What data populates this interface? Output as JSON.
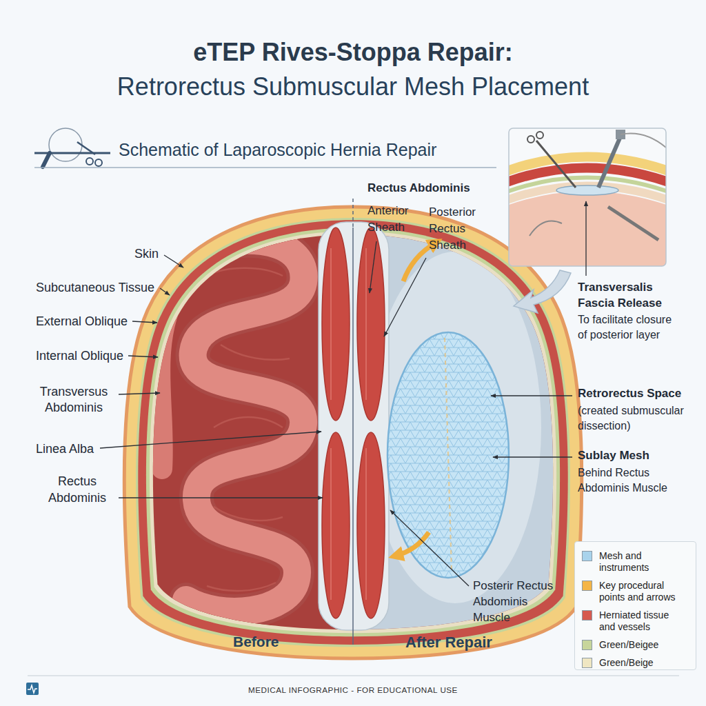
{
  "diagram": {
    "title": "eTEP Rives-Stoppa Repair:",
    "caption": "MEDICAL INFOGRAPHIC - FOR EDUCATIONAL USE",
    "labels": [
      "Retrorectus Submuscular Mesh Placement",
      "Schematic of Laparoscopic Hernia Repair",
      "Skin",
      "Subcutaneous Tissue",
      "External Oblique",
      "Internal Oblique",
      "Transversus Abdominis",
      "Linea Alba",
      "Rectus Abdominis",
      "Rectus Abdominis",
      "Anterior Sheath",
      "Posterior Rectus Sheath",
      "Transversalis Fascia Release",
      "To facilitate closure of posterior layer",
      "Retrorectus Space",
      "(created submuscular dissection)",
      "Sublay Mesh",
      "Behind Rectus Abdominis Muscle",
      "Posterir Rectus Abdominis Muscle",
      "Before",
      "After Repair"
    ],
    "legend": [
      {
        "text": "Mesh and instruments",
        "color": "#a9d3ec"
      },
      {
        "text": "Key procedural points and arrows",
        "color": "#f4b547"
      },
      {
        "text": "Herniated tissue and vessels",
        "color": "#d65a4f"
      },
      {
        "text": "Green/Beigee",
        "color": "#c7d59b"
      },
      {
        "text": "Green/Beige",
        "color": "#efe6c2"
      }
    ]
  }
}
